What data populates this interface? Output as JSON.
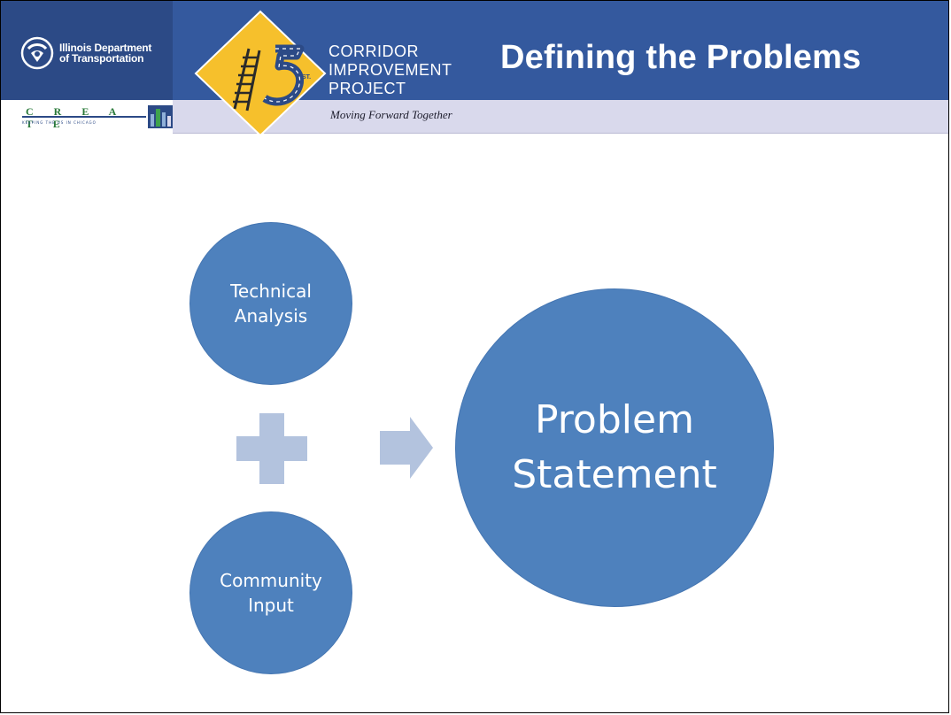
{
  "header": {
    "agency_name_line1": "Illinois Department",
    "agency_name_line2": "of Transportation",
    "create_word": "C R E A T E",
    "create_tagline": "KEEPING THE US IN CHICAGO",
    "project_logo_text": "75",
    "project_logo_suffix": "ST.",
    "project_name_lines": [
      "CORRIDOR",
      "IMPROVEMENT",
      "PROJECT"
    ],
    "tagline": "Moving Forward Together",
    "slide_title": "Defining the Problems"
  },
  "diagram": {
    "inputs": [
      {
        "label_lines": [
          "Technical",
          "Analysis"
        ]
      },
      {
        "label_lines": [
          "Community",
          "Input"
        ]
      }
    ],
    "operator_icon": "plus-icon",
    "result_icon": "arrow-right-icon",
    "output": {
      "label_lines": [
        "Problem",
        "Statement"
      ]
    }
  },
  "colors": {
    "header_blue": "#34599e",
    "header_dark_blue": "#2c4a86",
    "header_lavender": "#d9d9ec",
    "circle_fill": "#4e81bd",
    "connector_fill": "#b3c3de",
    "diamond_yellow": "#f6c02c"
  }
}
